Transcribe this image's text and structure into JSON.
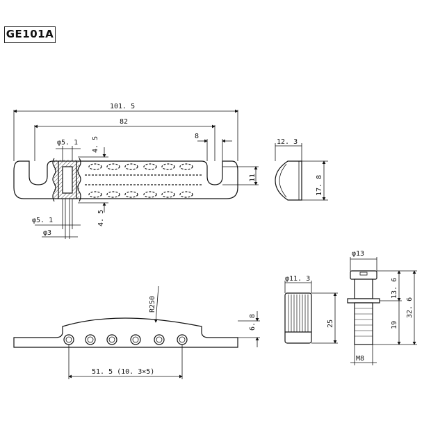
{
  "model": "GE101A",
  "dimensions": {
    "overall_length": "101. 5",
    "post_spacing": "82",
    "slot_width": "8",
    "hole_diameter_top": "φ5. 1",
    "gap_top": "4. 5",
    "gap_bottom": "4. 5",
    "hole_diameter_bottom": "φ5. 1",
    "stud_diameter": "φ3",
    "slot_height": "11",
    "end_width": "12. 3",
    "end_height": "17. 8",
    "radius": "R250",
    "saddle_height": "6. 8",
    "saddle_span": "51. 5 (10. 3×5)",
    "wheel_diameter": "φ11. 3",
    "wheel_height": "25",
    "stud_head_diameter": "φ13",
    "stud_upper": "13. 6",
    "stud_total": "32. 6",
    "stud_lower": "19",
    "thread": "M8"
  },
  "colors": {
    "line": "#111111",
    "bridge_fill": "#ffffff",
    "hatch": "#444444"
  }
}
